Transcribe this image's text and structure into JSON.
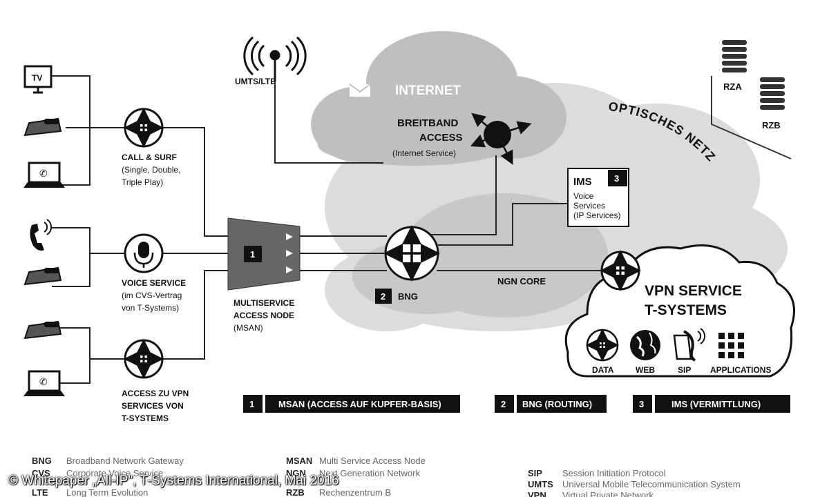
{
  "labels": {
    "umts_lte": "UMTS/LTE",
    "internet": "INTERNET",
    "breitband_1": "BREITBAND",
    "breitband_2": "ACCESS",
    "breitband_3": "(Internet Service)",
    "optisches_netz": "OPTISCHES NETZ",
    "rza": "RZA",
    "rzb": "RZB",
    "tv": "TV",
    "call_surf_1": "CALL & SURF",
    "call_surf_2": "(Single, Double,",
    "call_surf_3": "Triple Play)",
    "voice_1": "VOICE SERVICE",
    "voice_2": "(im CVS-Vertrag",
    "voice_3": "von T-Systems)",
    "vpn_access_1": "ACCESS ZU VPN",
    "vpn_access_2": "SERVICES VON",
    "vpn_access_3": "T-SYSTEMS",
    "msan_num": "1",
    "msan_1": "MULTISERVICE",
    "msan_2": "ACCESS NODE",
    "msan_3": "(MSAN)",
    "bng_num": "2",
    "bng": "BNG",
    "ims_title": "IMS",
    "ims_num": "3",
    "ims_1": "Voice",
    "ims_2": "Services",
    "ims_3": "(IP Services)",
    "ngn_core": "NGN CORE",
    "vpn_1": "VPN SERVICE",
    "vpn_2": "T-SYSTEMS",
    "data": "DATA",
    "web": "WEB",
    "sip": "SIP",
    "applications": "APPLICATIONS"
  },
  "legend_boxes": [
    {
      "num": "1",
      "label": "MSAN (ACCESS AUF KUPFER-BASIS)"
    },
    {
      "num": "2",
      "label": "BNG (ROUTING)"
    },
    {
      "num": "3",
      "label": "IMS (VERMITTLUNG)"
    }
  ],
  "abbreviations": [
    {
      "abbr": "BNG",
      "full": "Broadband Network Gateway"
    },
    {
      "abbr": "CVS",
      "full": "Corporate Voice Service"
    },
    {
      "abbr": "LTE",
      "full": "Long Term Evolution"
    },
    {
      "abbr": "MSAN",
      "full": "Multi Service Access Node"
    },
    {
      "abbr": "NGN",
      "full": "Next Generation Network"
    },
    {
      "abbr": "RZB",
      "full": "Rechenzentrum B"
    },
    {
      "abbr": "SIP",
      "full": "Session Initiation Protocol"
    },
    {
      "abbr": "UMTS",
      "full": "Universal Mobile Telecommunication System"
    },
    {
      "abbr": "VPN",
      "full": "Virtual Private Network"
    }
  ],
  "footer": "© Whitepaper „All-IP\", T-Systems International, Mai 2016"
}
